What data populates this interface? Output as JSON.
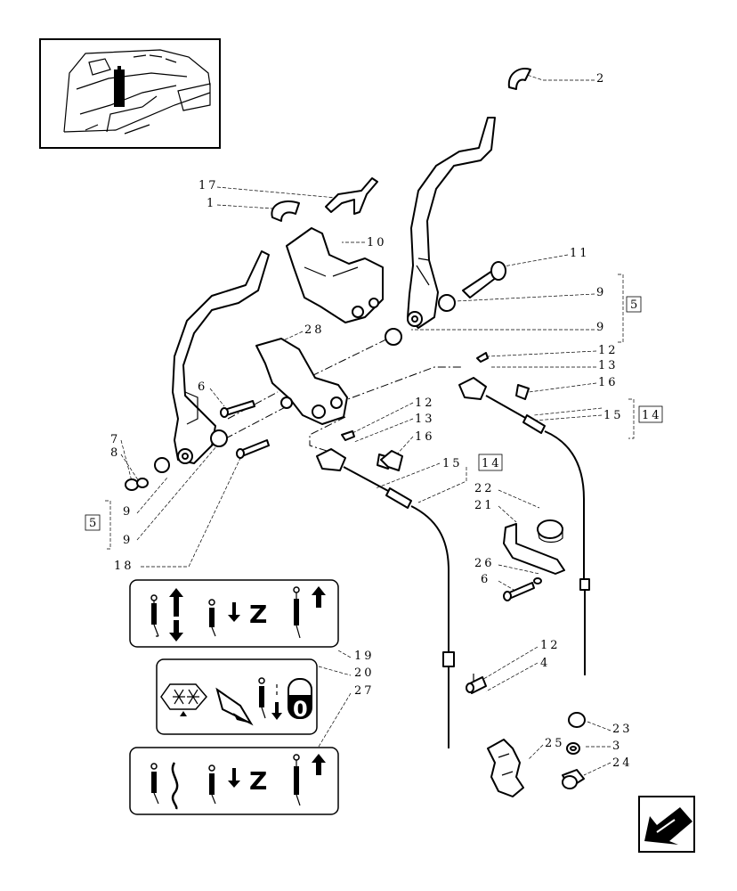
{
  "callouts": {
    "c2": "2",
    "c17": "17",
    "c1": "1",
    "c10": "10",
    "c11": "11",
    "c9a": "9",
    "c9b": "9",
    "c5a": "5",
    "c28": "28",
    "c12a": "12",
    "c13a": "13",
    "c16a": "16",
    "c15a": "15",
    "c14a": "14",
    "c6a": "6",
    "c12b": "12",
    "c13b": "13",
    "c16b": "16",
    "c7": "7",
    "c8": "8",
    "c15b": "15",
    "c14b": "14",
    "c9c": "9",
    "c5b": "5",
    "c9d": "9",
    "c18": "18",
    "c22": "22",
    "c21": "21",
    "c26": "26",
    "c6b": "6",
    "c19": "19",
    "c20": "20",
    "c27": "27",
    "c12c": "12",
    "c4": "4",
    "c23": "23",
    "c3": "3",
    "c25": "25",
    "c24": "24"
  },
  "decal_text": {
    "z1": "Z",
    "z2": "Z",
    "neutral": "0"
  },
  "icons": {
    "locator": "tractor-cab-locator-icon",
    "nav": "previous-page-arrow-icon"
  }
}
